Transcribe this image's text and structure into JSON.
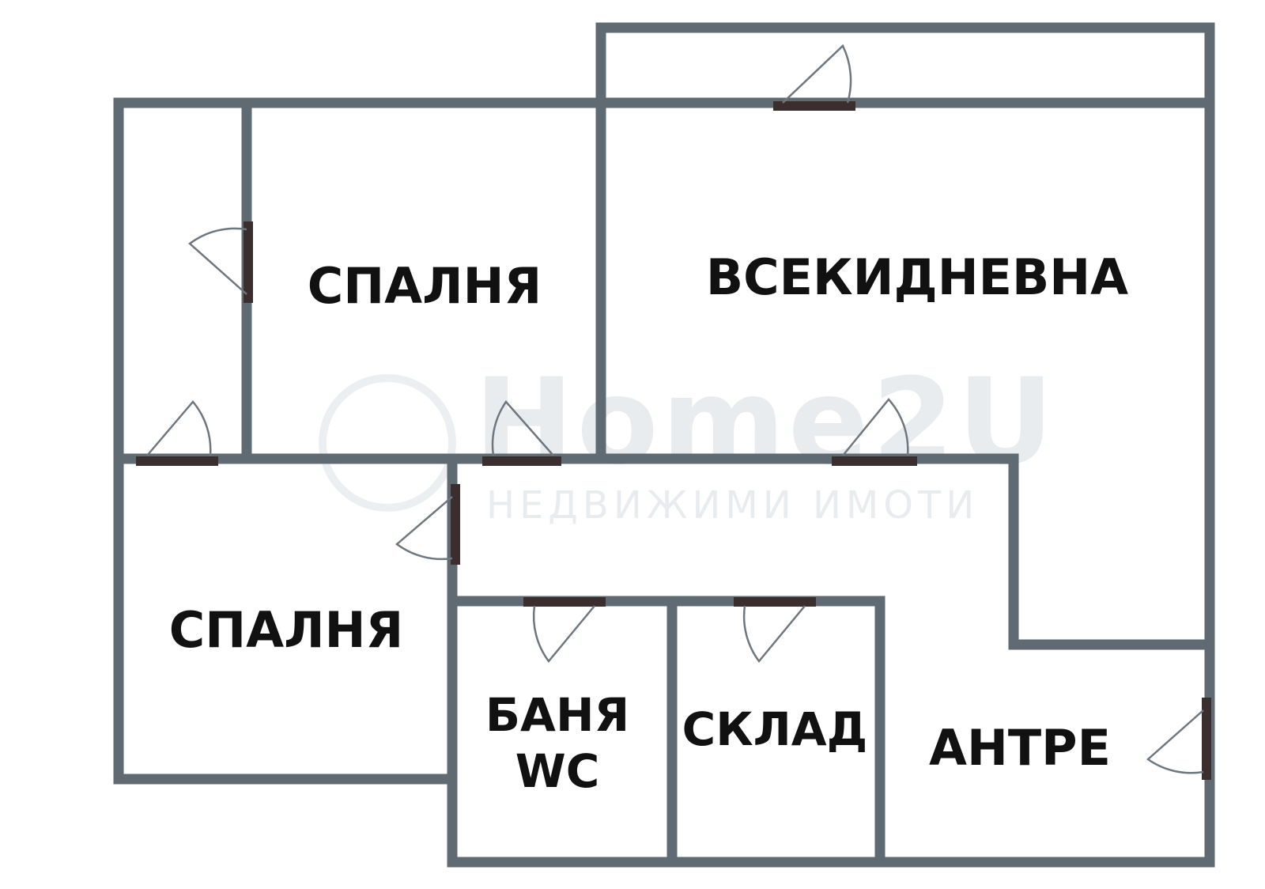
{
  "rooms": {
    "bedroom_top": "СПАЛНЯ",
    "living": "ВСЕКИДНЕВНА",
    "bedroom_bottom": "СПАЛНЯ",
    "bath_line1": "БАНЯ",
    "bath_line2": "WC",
    "storage": "СКЛАД",
    "hall": "АНТРЕ"
  },
  "watermark": {
    "brand": "Home2U",
    "tagline": "НЕДВИЖИМИ ИМОТИ"
  },
  "colors": {
    "wall": "#5f6a72",
    "door": "#3a2e2e",
    "label": "#111111",
    "watermark": "#e9ecef"
  }
}
